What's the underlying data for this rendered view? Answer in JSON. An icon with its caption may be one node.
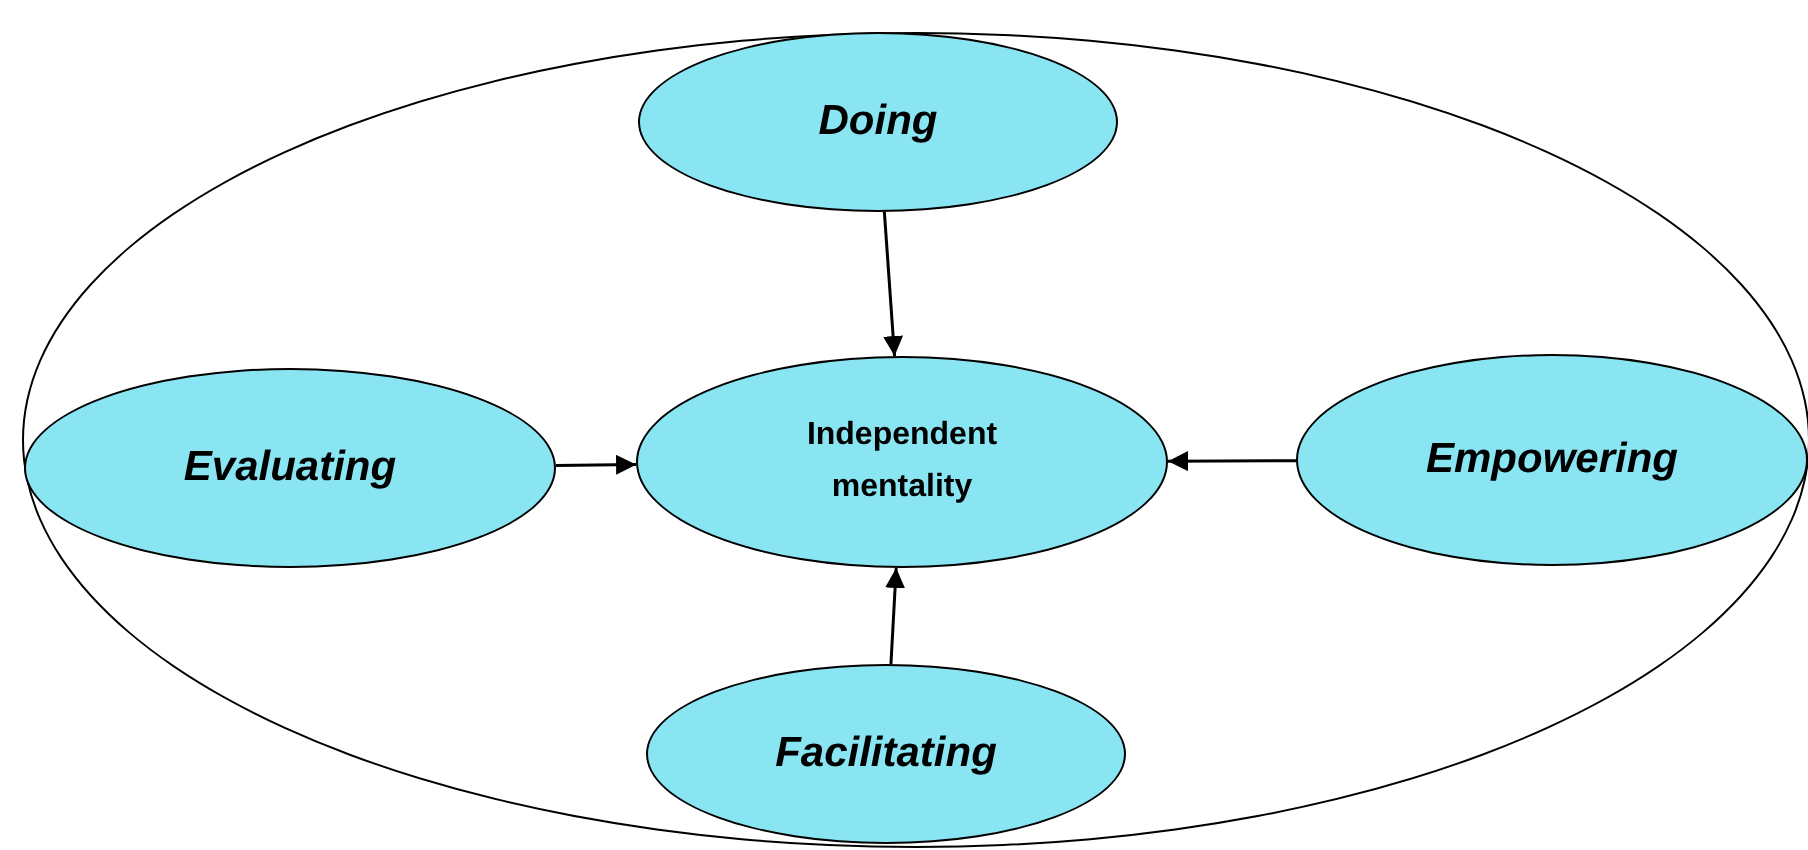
{
  "diagram": {
    "nodes": [
      {
        "text": [],
        "shape": "circle"
      },
      {
        "text": [
          "Doing"
        ],
        "in": 0
      },
      {
        "text": [
          "Evaluating"
        ],
        "in": 0
      },
      {
        "text": [
          "Independent mentality"
        ],
        "in": 0
      },
      {
        "text": [
          "Empowering"
        ],
        "in": 0
      },
      {
        "text": [
          "Facilitating"
        ],
        "in": 0
      }
    ],
    "edges": [
      {
        "from": 1,
        "to": 3,
        "arrow": "to"
      },
      {
        "from": 2,
        "to": 3,
        "arrow": "to"
      },
      {
        "from": 4,
        "to": 3,
        "arrow": "to"
      },
      {
        "from": 5,
        "to": 3,
        "arrow": "to"
      }
    ]
  }
}
